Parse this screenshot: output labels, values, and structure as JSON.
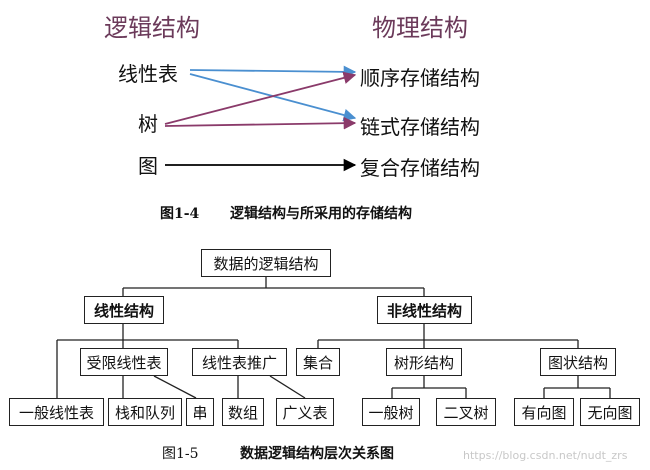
{
  "fig14": {
    "logical_header": "逻辑结构",
    "physical_header": "物理结构",
    "logical_items": [
      "线性表",
      "树",
      "图"
    ],
    "storage_items": [
      "顺序存储结构",
      "链式存储结构",
      "复合存储结构"
    ],
    "caption_num": "图1-4",
    "caption_text": "逻辑结构与所采用的存储结构",
    "colors": {
      "header": "#6b3a5a",
      "blue_arrow": "#4a8fd0",
      "purple_arrow": "#8a3a6a",
      "black_arrow": "#000000"
    }
  },
  "fig15": {
    "root": "数据的逻辑结构",
    "linear": "线性结构",
    "nonlinear": "非线性结构",
    "restricted": "受限线性表",
    "generalized": "线性表推广",
    "general_list": "一般线性表",
    "stack_queue": "栈和队列",
    "string": "串",
    "array": "数组",
    "gen_list": "广义表",
    "set": "集合",
    "tree": "树形结构",
    "graph": "图状结构",
    "general_tree": "一般树",
    "binary_tree": "二叉树",
    "directed": "有向图",
    "undirected": "无向图",
    "caption_num": "图1-5",
    "caption_text": "数据逻辑结构层次关系图"
  },
  "watermark": "https://blog.csdn.net/nudt_zrs"
}
